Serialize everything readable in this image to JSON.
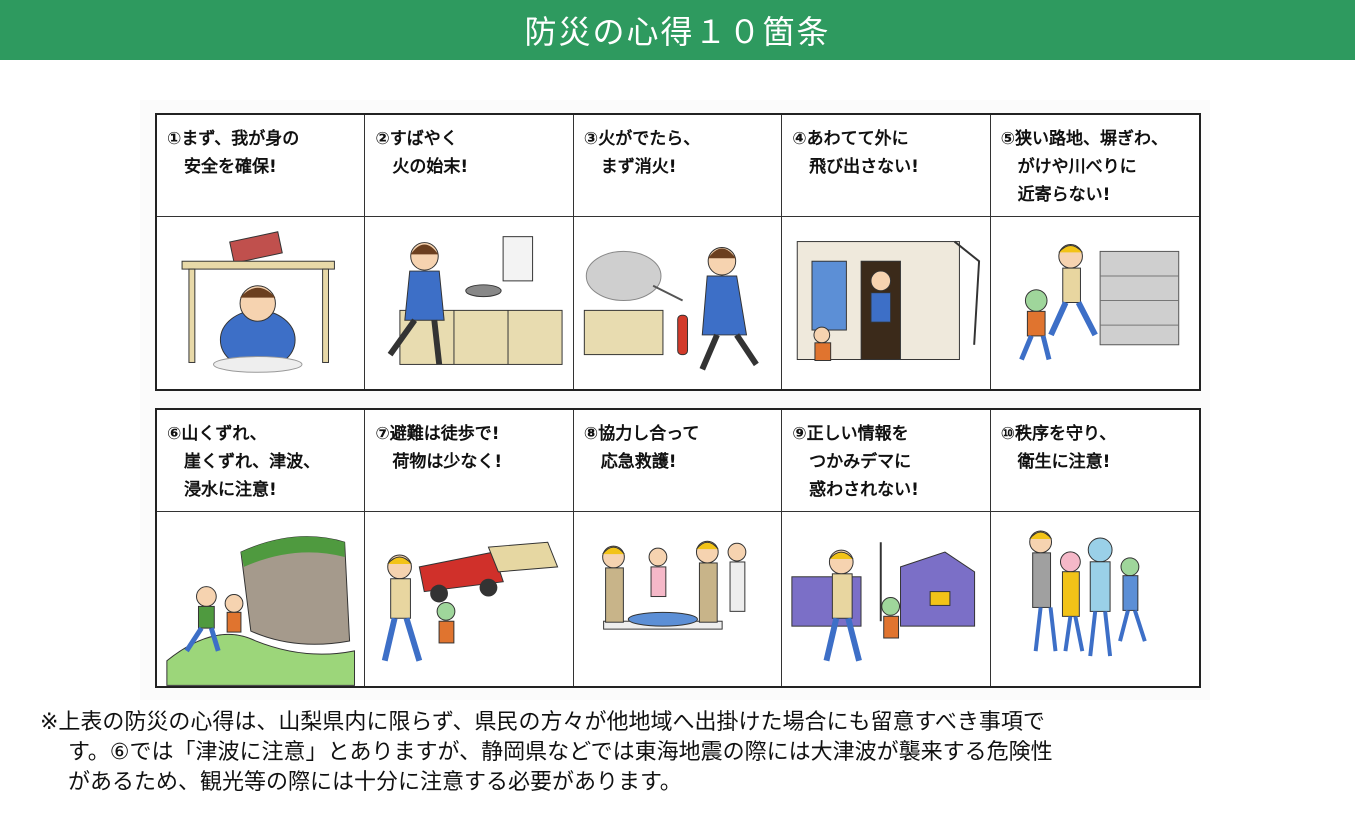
{
  "header": {
    "title": "防災の心得１０箇条"
  },
  "items": [
    {
      "caption": "①まず、我が身の\n　安全を確保!",
      "illustration": "person-under-table"
    },
    {
      "caption": "②すばやく\n　火の始末!",
      "illustration": "person-turning-off-stove"
    },
    {
      "caption": "③火がでたら、\n　まず消火!",
      "illustration": "person-with-extinguisher"
    },
    {
      "caption": "④あわてて外に\n　飛び出さない!",
      "illustration": "people-at-doorway"
    },
    {
      "caption": "⑤狭い路地、塀ぎわ、\n　がけや川べりに\n　近寄らない!",
      "illustration": "collapsing-wall"
    },
    {
      "caption": "⑥山くずれ、\n　崖くずれ、津波、\n　浸水に注意!",
      "illustration": "landslide"
    },
    {
      "caption": "⑦避難は徒歩で!\n　荷物は少なく!",
      "illustration": "walking-evacuation"
    },
    {
      "caption": "⑧協力し合って\n　応急救護!",
      "illustration": "stretcher-rescue"
    },
    {
      "caption": "⑨正しい情報を\n　つかみデマに\n　惑わされない!",
      "illustration": "radio-information"
    },
    {
      "caption": "⑩秩序を守り、\n　衛生に注意!",
      "illustration": "orderly-group"
    }
  ],
  "note": {
    "line1": "※上表の防災の心得は、山梨県内に限らず、県民の方々が他地域へ出掛けた場合にも留意すべき事項で",
    "line2": "す。⑥では「津波に注意」とありますが、静岡県などでは東海地震の際には大津波が襲来する危険性",
    "line3": "があるため、観光等の際には十分に注意する必要があります。"
  },
  "colors": {
    "header_bg": "#2e9a5f",
    "header_text": "#ffffff"
  }
}
